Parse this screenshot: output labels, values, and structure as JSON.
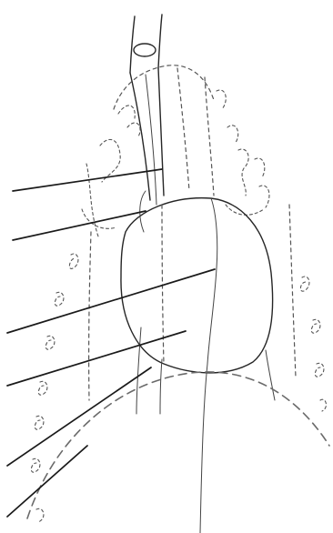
{
  "colors": {
    "background": "#ffffff",
    "ink": "#262626",
    "leader": "#1a1a1a",
    "dashed_outline": "#555555"
  },
  "leader_lines": [
    {
      "id": 1
    },
    {
      "id": 2
    },
    {
      "id": 3
    },
    {
      "id": 4
    },
    {
      "id": 5
    },
    {
      "id": 6
    }
  ]
}
